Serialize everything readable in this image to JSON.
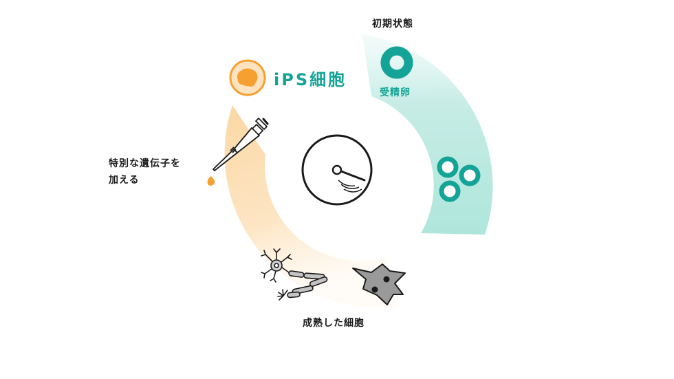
{
  "labels": {
    "early_stage": "初期状態",
    "fertilized_egg": "受精卵",
    "ips_cell": "iPS細胞",
    "add_genes_line1": "特別な遺伝子を",
    "add_genes_line2": "加える",
    "mature_cell": "成熟した細胞"
  },
  "colors": {
    "teal": "#14a497",
    "teal_light": "#bfe9e1",
    "orange": "#f5a030",
    "orange_light": "#fde3bf",
    "line": "#1a1a1a"
  },
  "icons": {
    "clock": "clock-icon",
    "egg": "fertilized-egg-icon",
    "cells": "dividing-cells-icon",
    "ips": "ips-cell-icon",
    "pipette": "pipette-icon",
    "neuron": "neuron-icon",
    "muscle": "muscle-fiber-icon",
    "skin": "skin-cell-icon"
  }
}
